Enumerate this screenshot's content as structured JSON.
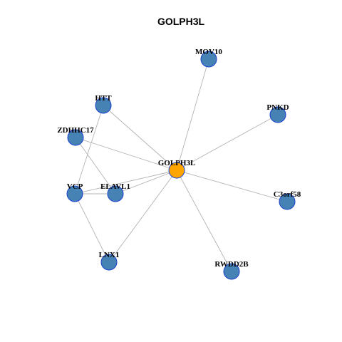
{
  "title": "GOLPH3L",
  "colors": {
    "hub_fill": "#ffa500",
    "node_fill": "#4682b4",
    "node_stroke": "#1a3fcf",
    "edge": "#b3b3b3"
  },
  "nodes": [
    {
      "id": "GOLPH3L",
      "label": "GOLPH3L",
      "role": "hub"
    },
    {
      "id": "MOV10",
      "label": "MOV10",
      "role": "neighbor"
    },
    {
      "id": "HTT",
      "label": "HTT",
      "role": "neighbor"
    },
    {
      "id": "PNKD",
      "label": "PNKD",
      "role": "neighbor"
    },
    {
      "id": "ZDHHC17",
      "label": "ZDHHC17",
      "role": "neighbor"
    },
    {
      "id": "VCP",
      "label": "VCP",
      "role": "neighbor"
    },
    {
      "id": "ELAVL1",
      "label": "ELAVL1",
      "role": "neighbor"
    },
    {
      "id": "C3orf58",
      "label": "C3orf58",
      "role": "neighbor"
    },
    {
      "id": "LNX1",
      "label": "LNX1",
      "role": "neighbor"
    },
    {
      "id": "RWDD2B",
      "label": "RWDD2B",
      "role": "neighbor"
    }
  ],
  "edges": [
    [
      "GOLPH3L",
      "MOV10"
    ],
    [
      "GOLPH3L",
      "HTT"
    ],
    [
      "GOLPH3L",
      "PNKD"
    ],
    [
      "GOLPH3L",
      "ZDHHC17"
    ],
    [
      "GOLPH3L",
      "VCP"
    ],
    [
      "GOLPH3L",
      "ELAVL1"
    ],
    [
      "GOLPH3L",
      "C3orf58"
    ],
    [
      "GOLPH3L",
      "LNX1"
    ],
    [
      "GOLPH3L",
      "RWDD2B"
    ],
    [
      "HTT",
      "VCP"
    ],
    [
      "ZDHHC17",
      "ELAVL1"
    ],
    [
      "VCP",
      "ELAVL1"
    ],
    [
      "VCP",
      "LNX1"
    ]
  ]
}
